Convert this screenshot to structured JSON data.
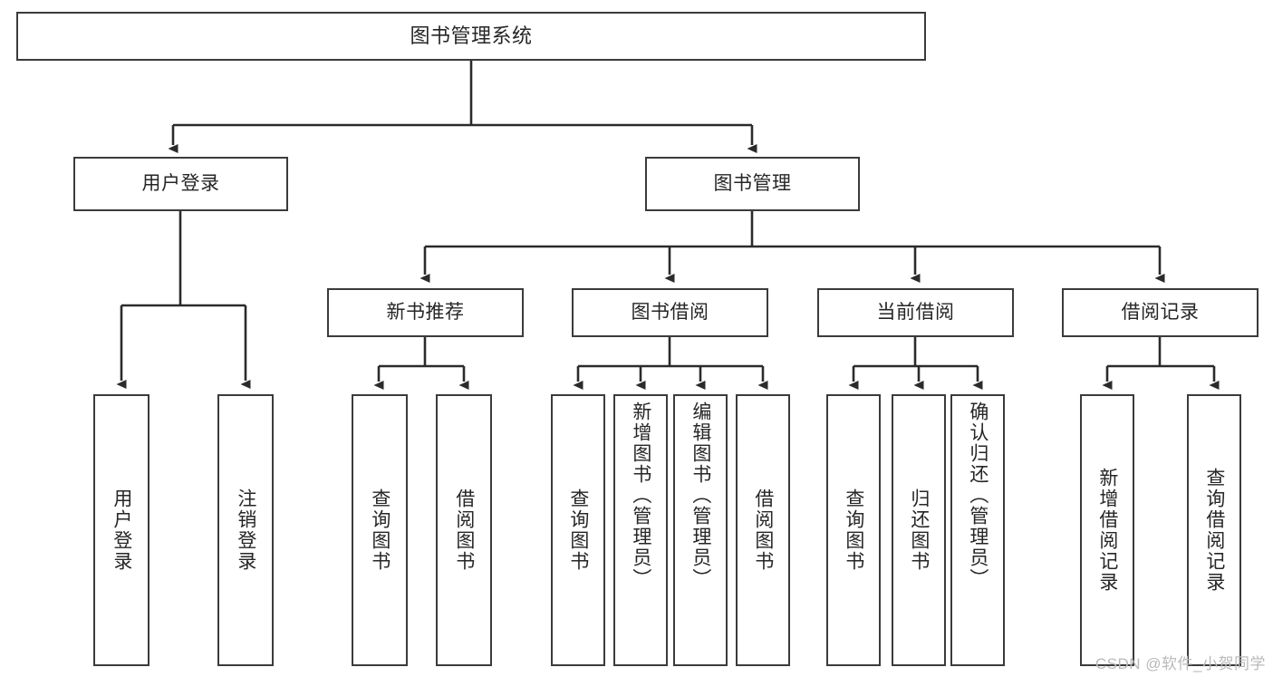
{
  "diagram": {
    "type": "tree-hierarchy",
    "title": "图书管理系统",
    "root": {
      "label": "图书管理系统"
    },
    "level1": [
      {
        "id": "user-login",
        "label": "用户登录"
      },
      {
        "id": "book-management",
        "label": "图书管理"
      }
    ],
    "level2": [
      {
        "id": "new-book-recommend",
        "label": "新书推荐",
        "parent": "book-management"
      },
      {
        "id": "book-borrow",
        "label": "图书借阅",
        "parent": "book-management"
      },
      {
        "id": "current-borrow",
        "label": "当前借阅",
        "parent": "book-management"
      },
      {
        "id": "borrow-record",
        "label": "借阅记录",
        "parent": "book-management"
      }
    ],
    "leaves": {
      "user-login": [
        {
          "id": "leaf-user-login",
          "label": "用户登录"
        },
        {
          "id": "leaf-logout-login",
          "label": "注销登录"
        }
      ],
      "new-book-recommend": [
        {
          "id": "leaf-query-book-1",
          "label": "查询图书"
        },
        {
          "id": "leaf-borrow-book-1",
          "label": "借阅图书"
        }
      ],
      "book-borrow": [
        {
          "id": "leaf-query-book-2",
          "label": "查询图书"
        },
        {
          "id": "leaf-add-book",
          "label": "新增图书（管理员）"
        },
        {
          "id": "leaf-edit-book",
          "label": "编辑图书（管理员）"
        },
        {
          "id": "leaf-borrow-book-2",
          "label": "借阅图书"
        }
      ],
      "current-borrow": [
        {
          "id": "leaf-query-book-3",
          "label": "查询图书"
        },
        {
          "id": "leaf-return-book",
          "label": "归还图书"
        },
        {
          "id": "leaf-confirm-return",
          "label": "确认归还（管理员）"
        }
      ],
      "borrow-record": [
        {
          "id": "leaf-add-record",
          "label": "新增借阅记录"
        },
        {
          "id": "leaf-query-record",
          "label": "查询借阅记录"
        }
      ]
    }
  },
  "watermark": {
    "text": "CSDN @软件_小贺同学"
  },
  "colors": {
    "background": "#ffffff",
    "box_border": "#3b3b3b",
    "box_fill": "#ffffff",
    "text": "#262626",
    "edge": "#2b2b2b",
    "watermark": "#b9b9b9"
  }
}
